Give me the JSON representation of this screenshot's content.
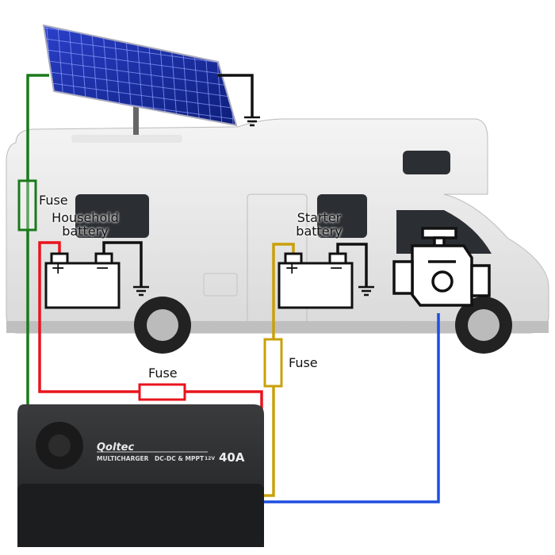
{
  "labels": {
    "fuse_solar": "Fuse",
    "household_battery": [
      "Household",
      "battery"
    ],
    "starter_battery": [
      "Starter",
      "battery"
    ],
    "fuse_household": "Fuse",
    "fuse_starter": "Fuse"
  },
  "charger": {
    "brand": "Qoltec",
    "model": "MULTICHARGER",
    "type": "DC-DC & MPPT",
    "voltage": "12V",
    "current": "40A"
  },
  "battery_terminals": {
    "plus": "+",
    "minus": "−"
  },
  "colors": {
    "solar_wire": "#1a7a1a",
    "household_wire": "#e8141c",
    "starter_wire": "#c9a00a",
    "engine_wire": "#1e4fe0",
    "ground_wire": "#111111",
    "charger_body": "#2e2f31"
  }
}
